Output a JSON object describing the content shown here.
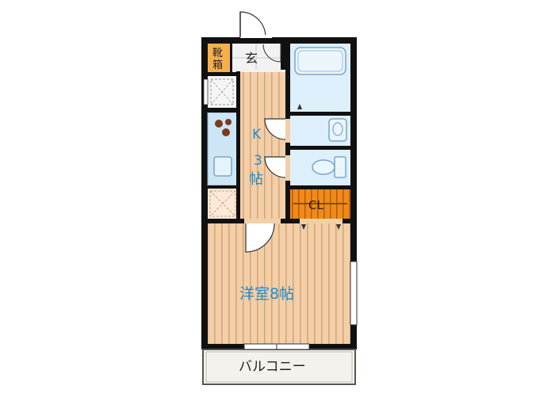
{
  "labels": {
    "shoe_box_line1": "靴",
    "shoe_box_line2": "箱",
    "entrance": "玄",
    "kitchen_k": "K",
    "kitchen_size": "3",
    "kitchen_unit": "帖",
    "closet": "CL",
    "western_room": "洋室8帖",
    "balcony": "バルコニー"
  },
  "colors": {
    "wall": "#111111",
    "floor": "#f3cfa8",
    "floor_stripe": "#d8a57c",
    "bath": "#ddeffb",
    "bath_line": "#7aa6c8",
    "closet": "#f08a1a",
    "label_blue": "#1a8fd6",
    "balcony": "#f5f2ee",
    "shoe_box": "#f6b04b",
    "stove": "#7a3a1e"
  }
}
